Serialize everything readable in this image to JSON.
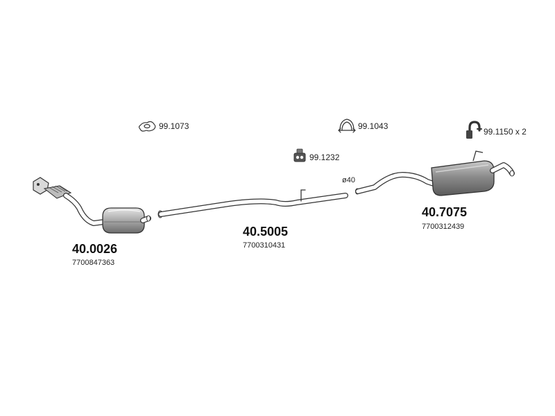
{
  "parts": {
    "catalytic_converter": {
      "part_number": "40.0026",
      "oem_number": "7700847363"
    },
    "middle_pipe": {
      "part_number": "40.5005",
      "oem_number": "7700310431",
      "diameter": "ø40"
    },
    "rear_silencer": {
      "part_number": "40.7075",
      "oem_number": "7700312439"
    }
  },
  "accessories": {
    "gasket": {
      "code": "99.1073",
      "icon": "gasket-icon"
    },
    "clamp": {
      "code": "99.1043",
      "icon": "clamp-icon"
    },
    "rubber_mount_small": {
      "code": "99.1232",
      "icon": "rubber-mount-icon"
    },
    "rubber_mount_hook": {
      "code": "99.1150 x 2",
      "icon": "hook-mount-icon"
    }
  },
  "colors": {
    "line": "#333333",
    "text": "#111111",
    "background": "#ffffff",
    "shade": "#9a9a9a"
  }
}
